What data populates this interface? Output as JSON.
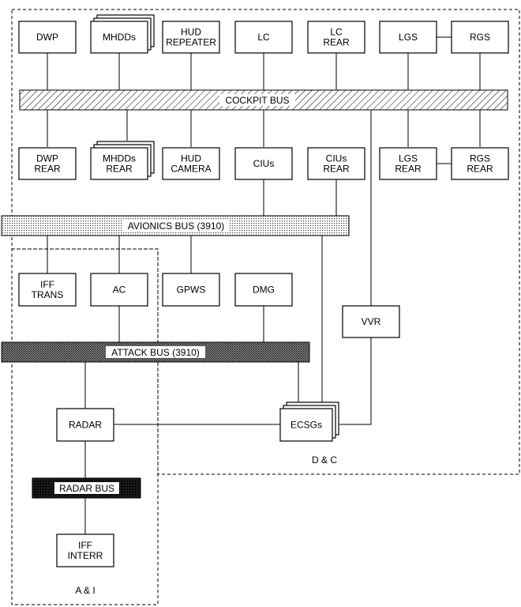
{
  "buses": {
    "cockpit": "COCKPIT BUS",
    "avionics": "AVIONICS BUS (3910)",
    "attack": "ATTACK BUS (3910)",
    "radar": "RADAR BUS"
  },
  "regions": {
    "dc": "D & C",
    "ai": "A & I"
  },
  "units": {
    "dwp": [
      "DWP"
    ],
    "mhdds": [
      "MHDDs"
    ],
    "hud_repeater": [
      "HUD",
      "REPEATER"
    ],
    "lc": [
      "LC"
    ],
    "lc_rear": [
      "LC",
      "REAR"
    ],
    "lgs": [
      "LGS"
    ],
    "rgs": [
      "RGS"
    ],
    "dwp_rear": [
      "DWP",
      "REAR"
    ],
    "mhdds_rear": [
      "MHDDs",
      "REAR"
    ],
    "hud_camera": [
      "HUD",
      "CAMERA"
    ],
    "cius": [
      "CIUs"
    ],
    "cius_rear": [
      "CIUs",
      "REAR"
    ],
    "lgs_rear": [
      "LGS",
      "REAR"
    ],
    "rgs_rear": [
      "RGS",
      "REAR"
    ],
    "iff_trans": [
      "IFF",
      "TRANS"
    ],
    "ac": [
      "AC"
    ],
    "gpws": [
      "GPWS"
    ],
    "dmg": [
      "DMG"
    ],
    "vvr": [
      "VVR"
    ],
    "radar_unit": [
      "RADAR"
    ],
    "ecsgs": [
      "ECSGs"
    ],
    "iff_interr": [
      "IFF",
      "INTERR"
    ]
  }
}
